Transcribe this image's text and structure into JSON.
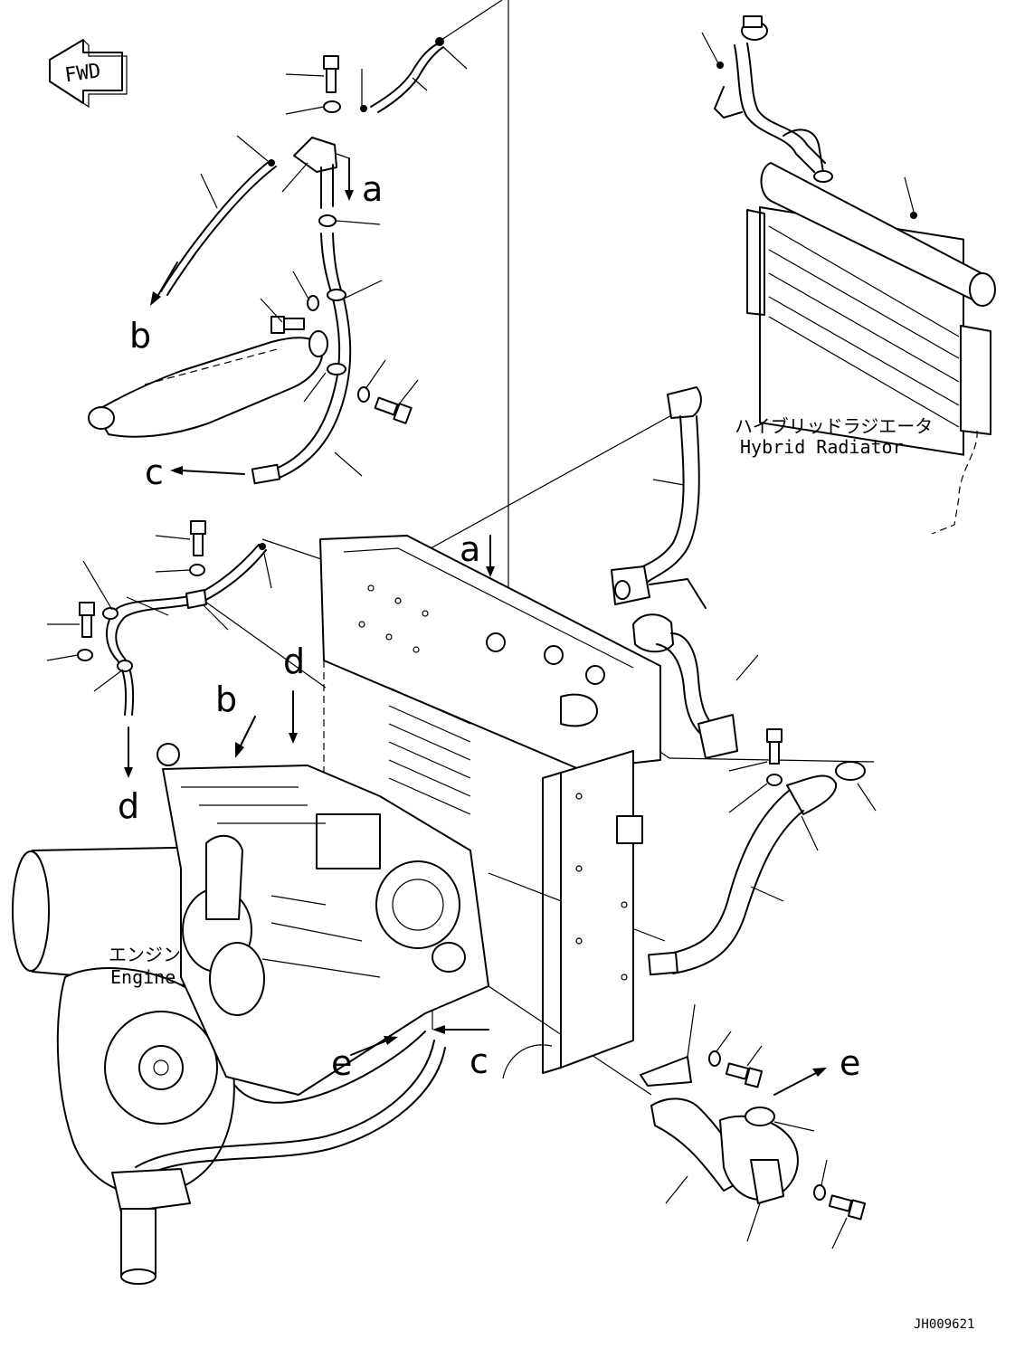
{
  "orientation_marker": {
    "text": "FWD"
  },
  "callouts": {
    "a_top": "a",
    "b_top": "b",
    "c_top": "c",
    "a_main": "a",
    "b_main": "b",
    "d_main": "d",
    "d_left": "d",
    "c_bottom": "c",
    "e_left": "e",
    "e_right": "e"
  },
  "labels": {
    "radiator_jp": "ハイブリッドラジエータ",
    "radiator_en": "Hybrid Radiator",
    "engine_jp": "エンジン",
    "engine_en": "Engine"
  },
  "drawing_code": "JH009621",
  "icons": [
    "fwd-arrow-icon",
    "bolt-icon",
    "washer-icon",
    "hose-icon",
    "clamp-icon"
  ]
}
